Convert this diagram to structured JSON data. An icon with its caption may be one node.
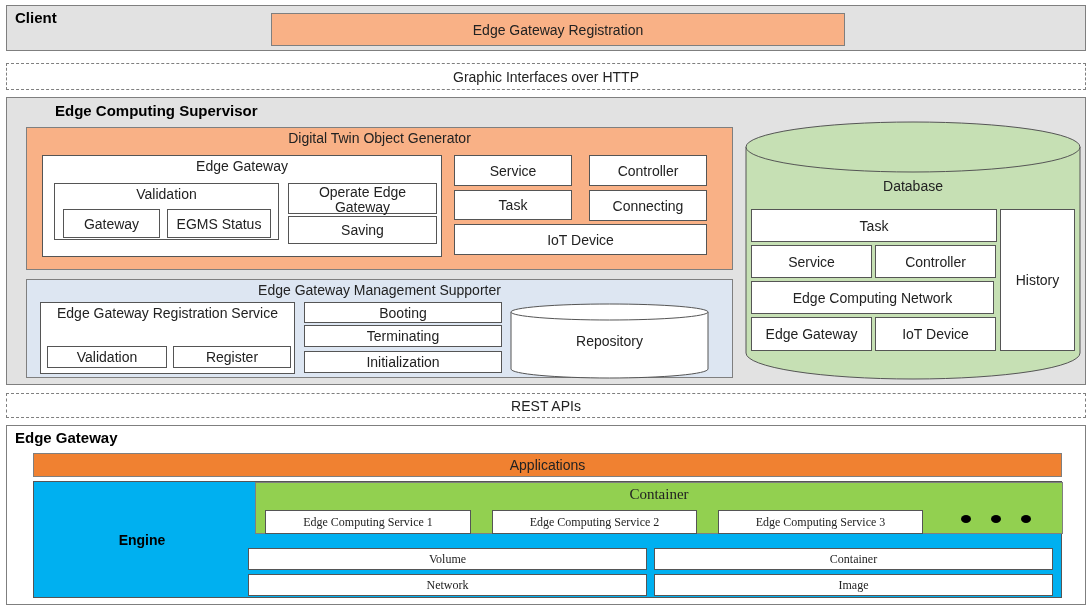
{
  "diagram": {
    "nodes": [
      {
        "text": [
          "Client"
        ]
      },
      {
        "text": [
          "Edge Gateway Registration"
        ],
        "in": 0
      },
      {
        "text": [
          "Graphic Interfaces over HTTP"
        ]
      },
      {
        "text": [
          "Edge Computing  Supervisor"
        ]
      },
      {
        "text": [
          "Digital Twin Object Generator"
        ],
        "in": 3
      },
      {
        "text": [
          "Edge Gateway"
        ],
        "in": 4
      },
      {
        "text": [
          "Validation"
        ],
        "in": 5
      },
      {
        "text": [
          "Gateway"
        ],
        "in": 6
      },
      {
        "text": [
          "EGMS Status"
        ],
        "in": 6
      },
      {
        "text": [
          "Operate Edge Gateway"
        ],
        "in": 5
      },
      {
        "text": [
          "Saving"
        ],
        "in": 5
      },
      {
        "text": [
          "Service"
        ],
        "in": 4
      },
      {
        "text": [
          "Controller"
        ],
        "in": 4
      },
      {
        "text": [
          "Task"
        ],
        "in": 4
      },
      {
        "text": [
          "Connecting"
        ],
        "in": 4
      },
      {
        "text": [
          "IoT Device"
        ],
        "in": 4
      },
      {
        "text": [
          "Database"
        ],
        "in": 3
      },
      {
        "text": [
          "Task"
        ],
        "in": 16
      },
      {
        "text": [
          "Service"
        ],
        "in": 16
      },
      {
        "text": [
          "Controller"
        ],
        "in": 16
      },
      {
        "text": [
          "Edge Computing Network"
        ],
        "in": 16
      },
      {
        "text": [
          "Edge Gateway"
        ],
        "in": 16
      },
      {
        "text": [
          "IoT Device"
        ],
        "in": 16
      },
      {
        "text": [
          "History"
        ],
        "in": 16
      },
      {
        "text": [
          "Edge Gateway Management Supporter"
        ],
        "in": 3
      },
      {
        "text": [
          "Edge Gateway Registration Service"
        ],
        "in": 24
      },
      {
        "text": [
          "Validation"
        ],
        "in": 25
      },
      {
        "text": [
          "Register"
        ],
        "in": 25
      },
      {
        "text": [
          "Booting"
        ],
        "in": 24
      },
      {
        "text": [
          "Terminating"
        ],
        "in": 24
      },
      {
        "text": [
          "Initialization"
        ],
        "in": 24
      },
      {
        "text": [
          "Repository"
        ],
        "in": 24
      },
      {
        "text": [
          "REST APIs"
        ]
      },
      {
        "text": [
          "Edge Gateway"
        ]
      },
      {
        "text": [
          "Applications"
        ],
        "in": 33
      },
      {
        "text": [
          "Engine"
        ],
        "in": 33
      },
      {
        "text": [
          "Container"
        ],
        "in": 35
      },
      {
        "text": [
          "Edge Computing Service 1"
        ],
        "in": 36
      },
      {
        "text": [
          "Edge Computing Service 2"
        ],
        "in": 36
      },
      {
        "text": [
          "Edge Computing Service 3"
        ],
        "in": 36
      },
      {
        "text": [
          "Volume"
        ],
        "in": 35
      },
      {
        "text": [
          "Container"
        ],
        "in": 35
      },
      {
        "text": [
          "Network"
        ],
        "in": 35
      },
      {
        "text": [
          "Image"
        ],
        "in": 35
      }
    ]
  }
}
